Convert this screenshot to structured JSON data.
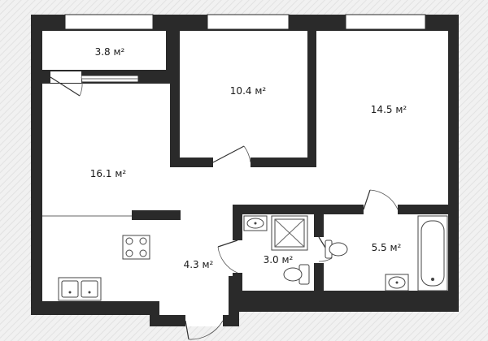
{
  "plan": {
    "colors": {
      "background": "#f1f1f1",
      "wall": "#2a2a2a",
      "floor": "#ffffff"
    },
    "rooms": [
      {
        "id": "balcony",
        "label": "3.8 м²"
      },
      {
        "id": "bedroom",
        "label": "10.4 м²"
      },
      {
        "id": "living",
        "label": "14.5 м²"
      },
      {
        "id": "kitchen",
        "label": "16.1 м²"
      },
      {
        "id": "hall",
        "label": "4.3 м²"
      },
      {
        "id": "wc",
        "label": "3.0 м²"
      },
      {
        "id": "bath",
        "label": "5.5 м²"
      }
    ],
    "fixtures": [
      "stove-icon",
      "kitchen-sink-icon",
      "toilet-icon",
      "shower-icon",
      "bathtub-icon",
      "washbasin-icon"
    ]
  }
}
